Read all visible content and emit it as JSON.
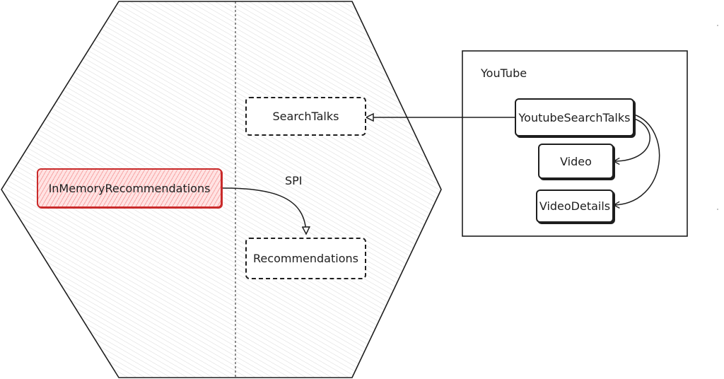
{
  "hexagon": {
    "ports": [
      {
        "label": "SearchTalks"
      },
      {
        "label": "Recommendations"
      }
    ],
    "adapters": [
      {
        "label": "InMemoryRecommendations",
        "color": "#c92a2a",
        "fill": "#ffe3e3"
      }
    ],
    "edge_labels": {
      "spi": "SPI"
    }
  },
  "external_system": {
    "title": "YouTube",
    "components": [
      {
        "label": "YoutubeSearchTalks"
      },
      {
        "label": "Video"
      },
      {
        "label": "VideoDetails"
      }
    ]
  }
}
